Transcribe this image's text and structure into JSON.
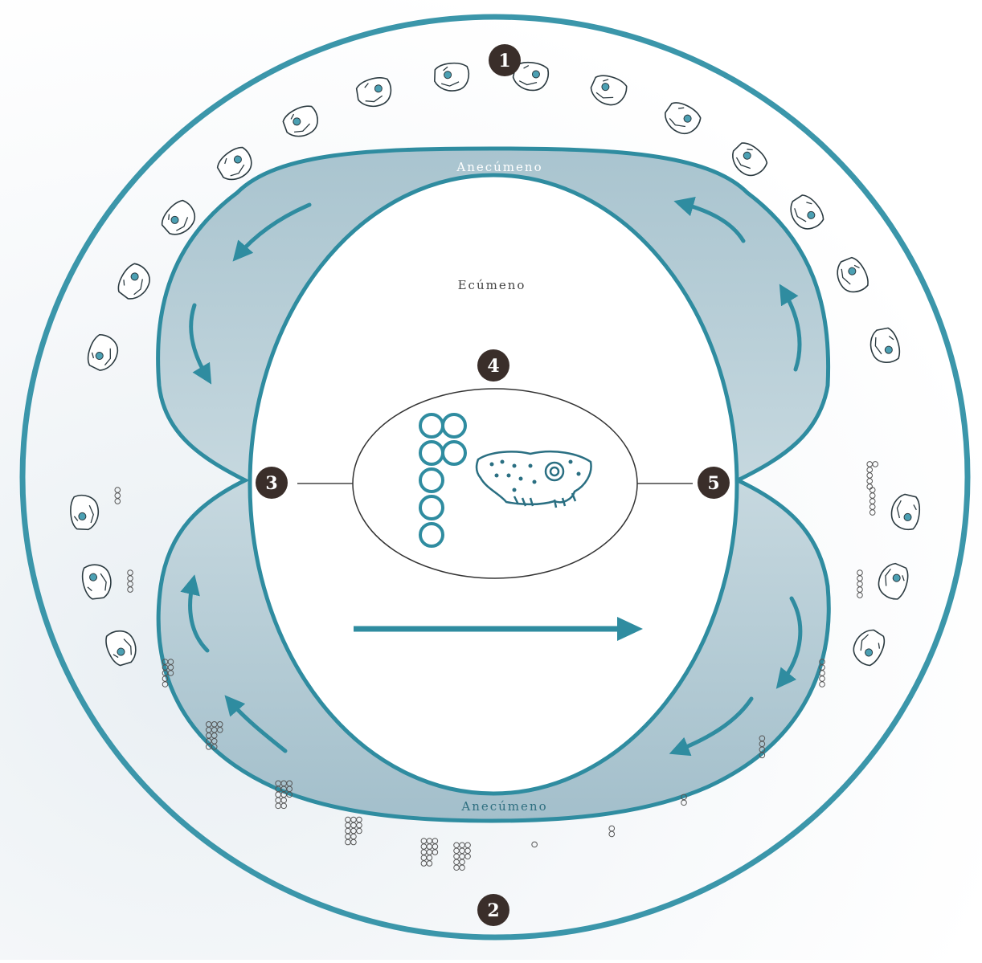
{
  "labels": {
    "anecumeno_top": "Anecúmeno",
    "ecumeno": "Ecúmeno",
    "anecumeno_bottom": "Anecúmeno"
  },
  "markers": [
    "1",
    "2",
    "3",
    "4",
    "5"
  ],
  "central_glyph": {
    "numeral_dots": 7,
    "sign": "jaguar-glyph"
  },
  "bottom_numerals": {
    "left_side": [
      3,
      4,
      8,
      12,
      13,
      13,
      13,
      13
    ],
    "right_side": [
      1,
      2,
      2,
      4,
      5,
      5,
      5,
      6
    ]
  },
  "colors": {
    "teal": "#2f8ca0",
    "teal_dark": "#1f6f84",
    "band_fill": "#b6cdd6",
    "marker": "#3a2e2a",
    "glyph_ink": "#2a6f82"
  }
}
